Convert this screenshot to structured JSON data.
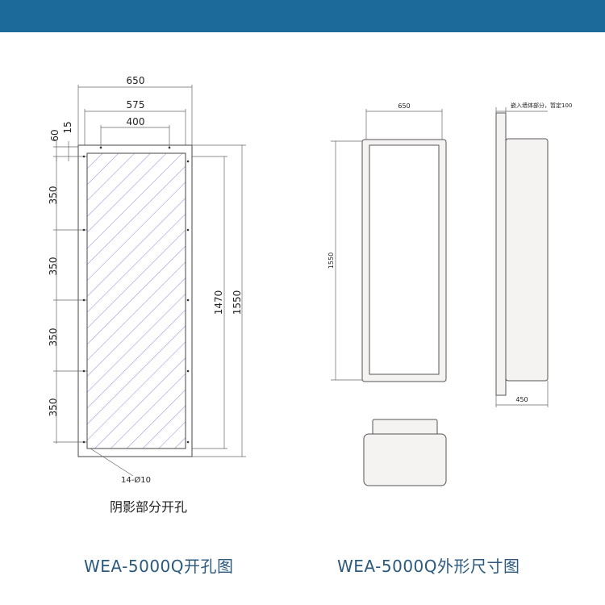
{
  "colors": {
    "top_bar": "#1c6a9a",
    "caption": "#2b5a7d",
    "hatch": "#8a8ae0"
  },
  "left_drawing": {
    "dims": {
      "w_650": "650",
      "w_575": "575",
      "w_400": "400",
      "v_60": "60",
      "v_15": "15",
      "v_350_a": "350",
      "v_350_b": "350",
      "v_350_c": "350",
      "v_350_d": "350",
      "h_1470": "1470",
      "h_1550": "1550",
      "holes": "14-Ø10"
    },
    "shade_label": "阴影部分开孔",
    "caption": "WEA-5000Q开孔图"
  },
  "right_drawing": {
    "dims": {
      "front_w": "650",
      "front_h": "1550",
      "side_note": "嵌入墙体部分，暂定100",
      "side_w": "450"
    },
    "caption": "WEA-5000Q外形尺寸图"
  }
}
